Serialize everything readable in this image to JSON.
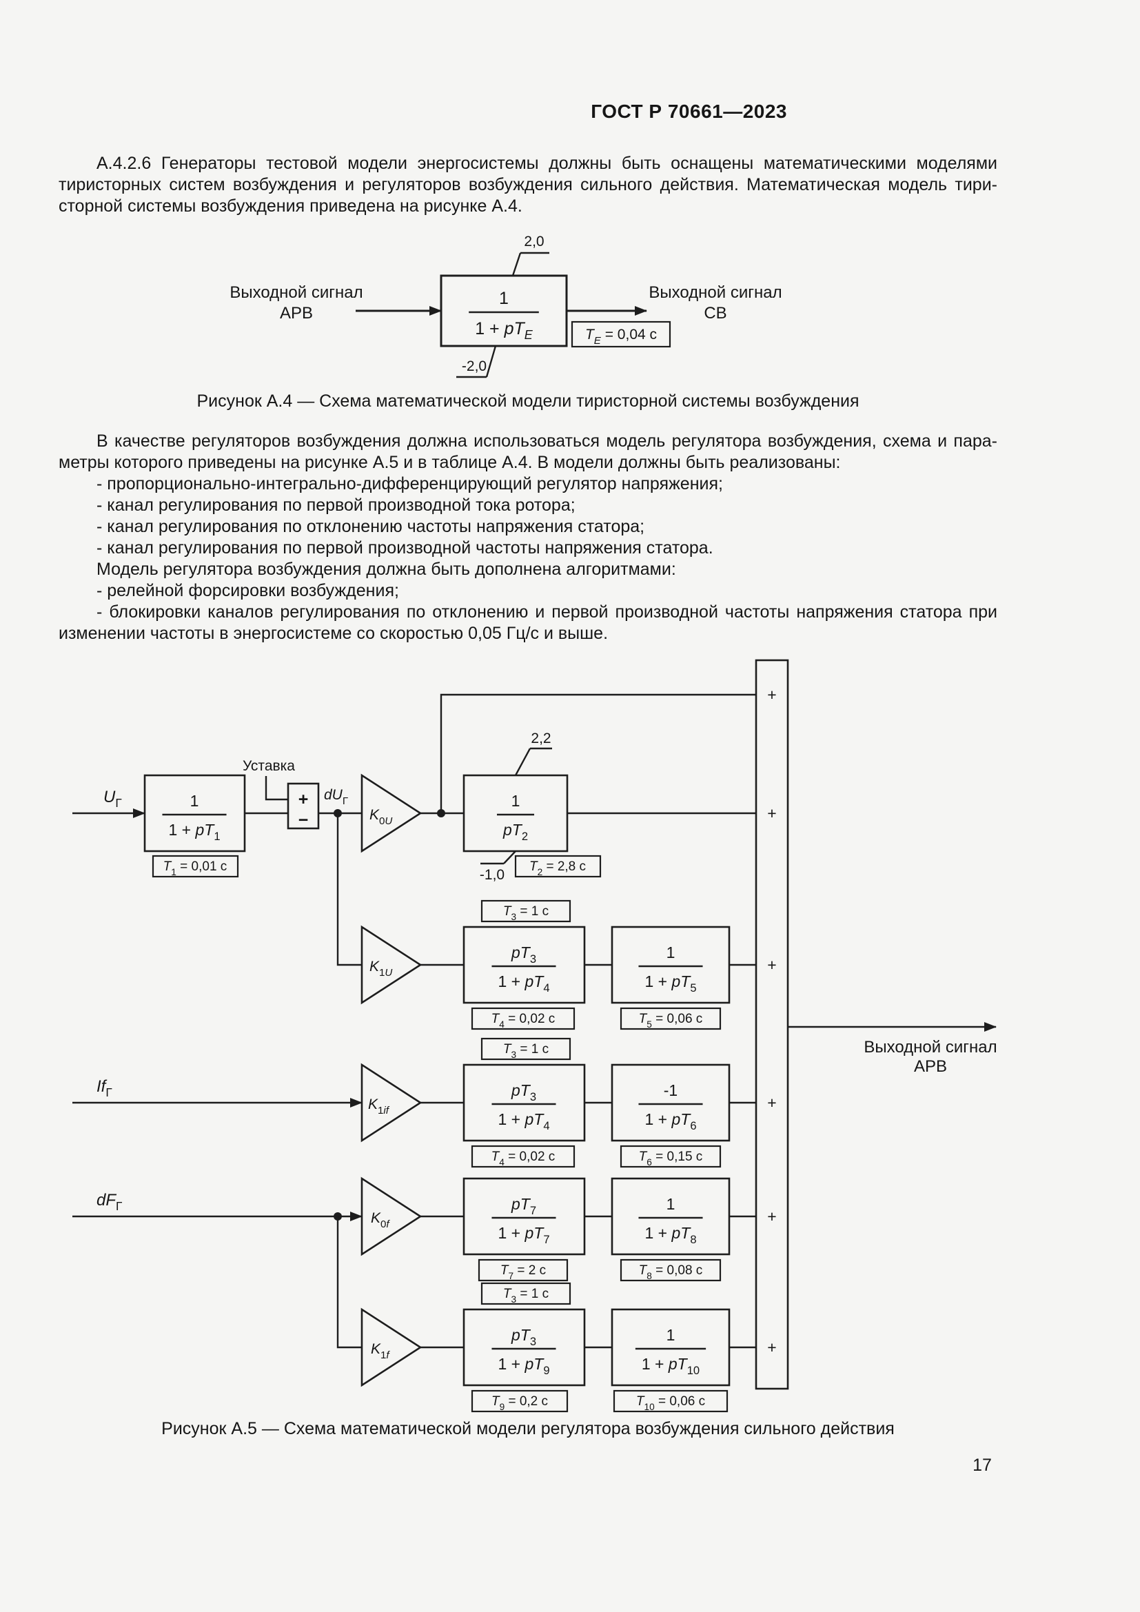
{
  "page": {
    "header": "ГОСТ Р 70661—2023",
    "number": "17"
  },
  "para1": {
    "lines": [
      "А.4.2.6  Генераторы тестовой модели энергосистемы должны быть оснащены математическими моделями",
      "тиристорных систем возбуждения и регуляторов возбуждения сильного действия. Математическая модель тири-",
      "сторной системы возбуждения приведена на рисунке А.4."
    ]
  },
  "para2": {
    "lines": [
      "В качестве регуляторов возбуждения должна использоваться модель регулятора возбуждения, схема и пара-",
      "метры которого приведены на рисунке А.5 и в таблице А.4. В модели должны быть реализованы:",
      "- пропорционально-интегрально-дифференцирующий регулятор напряжения;",
      "- канал регулирования по первой производной тока ротора;",
      "- канал регулирования по отклонению частоты напряжения статора;",
      "- канал регулирования по первой производной частоты напряжения статора.",
      "Модель регулятора возбуждения должна быть дополнена алгоритмами:",
      "- релейной форсировки возбуждения;",
      "- блокировки каналов регулирования по отклонению и первой производной частоты напряжения статора при",
      "изменении частоты в энергосистеме со скоростью 0,05 Гц/с и выше."
    ]
  },
  "fig4": {
    "caption": "Рисунок А.4 — Схема математической модели тиристорной системы возбуждения",
    "input_line1": "Выходной сигнал",
    "input_line2": "АРВ",
    "output_line1": "Выходной сигнал",
    "output_line2": "СВ",
    "block": {
      "num": "1",
      "den": "1 + pT_{E}"
    },
    "limit_top": "2,0",
    "limit_bottom": "-2,0",
    "param": "T_{E} = 0,04 с"
  },
  "fig5": {
    "caption": "Рисунок А.5 — Схема математической модели регулятора возбуждения сильного действия",
    "setpoint": "Уставка",
    "sum_plus": "+",
    "sum_minus": "−",
    "bar_plus": "+",
    "input_u": "U_{Г}",
    "input_du": "dU_{Г}",
    "input_if": "If_{Г}",
    "input_df": "dF_{Г}",
    "gain_k0u": "K_{0U}",
    "gain_k1u": "K_{1U}",
    "gain_k1if": "K_{1if}",
    "gain_k0f": "K_{0f}",
    "gain_k1f": "K_{1f}",
    "limit_top": "2,2",
    "limit_bottom": "-1,0",
    "b1": {
      "num": "1",
      "den": "1 + pT_{1}"
    },
    "b2": {
      "num": "1",
      "den": "pT_{2}"
    },
    "b3": {
      "num": "pT_{3}",
      "den": "1 + pT_{4}"
    },
    "b4": {
      "num": "1",
      "den": "1 + pT_{5}"
    },
    "b5": {
      "num": "pT_{3}",
      "den": "1 + pT_{4}"
    },
    "b6": {
      "num": "-1",
      "den": "1 + pT_{6}"
    },
    "b7": {
      "num": "pT_{7}",
      "den": "1 + pT_{7}"
    },
    "b8": {
      "num": "1",
      "den": "1 + pT_{8}"
    },
    "b9": {
      "num": "pT_{3}",
      "den": "1 + pT_{9}"
    },
    "b10": {
      "num": "1",
      "den": "1 + pT_{10}"
    },
    "t1": "T_{1} = 0,01 с",
    "t2": "T_{2} = 2,8 с",
    "t3": "T_{3} = 1 с",
    "t4": "T_{4} = 0,02 с",
    "t5": "T_{5} = 0,06 с",
    "t6": "T_{6} = 0,15 с",
    "t7": "T_{7} = 2 с",
    "t8": "T_{8} = 0,08 с",
    "t9": "T_{9} = 0,2 с",
    "t10": "T_{10} = 0,06 с",
    "output_line1": "Выходной сигнал",
    "output_line2": "АРВ"
  }
}
